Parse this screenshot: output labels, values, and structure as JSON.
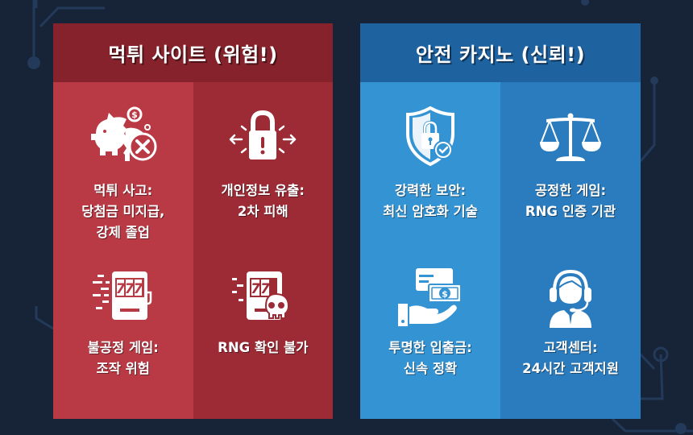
{
  "colors": {
    "background": "#172336",
    "red_header": "#85222b",
    "red_tile_light": "#b93a45",
    "red_tile_dark": "#9c2b36",
    "blue_header": "#1f62a0",
    "blue_tile_light": "#3393d3",
    "blue_tile_dark": "#2b7cbe"
  },
  "left_panel": {
    "title": "먹튀 사이트 (위험!)",
    "tiles": [
      {
        "icon": "broken-piggy-bank-x-icon",
        "lines": [
          "먹튀 사고:",
          "당첨금 미지급,",
          "강제 졸업"
        ]
      },
      {
        "icon": "padlock-warning-leak-icon",
        "lines": [
          "개인정보 유출:",
          "2차 피해"
        ]
      },
      {
        "icon": "slot-machine-777-icon",
        "lines": [
          "불공정 게임:",
          "조작 위험"
        ]
      },
      {
        "icon": "slot-machine-skull-icon",
        "lines": [
          "RNG 확인 불가"
        ]
      }
    ]
  },
  "right_panel": {
    "title": "안전 카지노 (신뢰!)",
    "tiles": [
      {
        "icon": "shield-lock-check-icon",
        "lines": [
          "강력한 보안:",
          "최신 암호화 기술"
        ]
      },
      {
        "icon": "balance-scale-icon",
        "lines": [
          "공정한 게임:",
          "RNG 인증 기관"
        ]
      },
      {
        "icon": "hand-card-cash-icon",
        "lines": [
          "투명한 입출금:",
          "신속 정확"
        ]
      },
      {
        "icon": "headset-support-agent-icon",
        "lines": [
          "고객센터:",
          "24시간 고객지원"
        ]
      }
    ]
  }
}
